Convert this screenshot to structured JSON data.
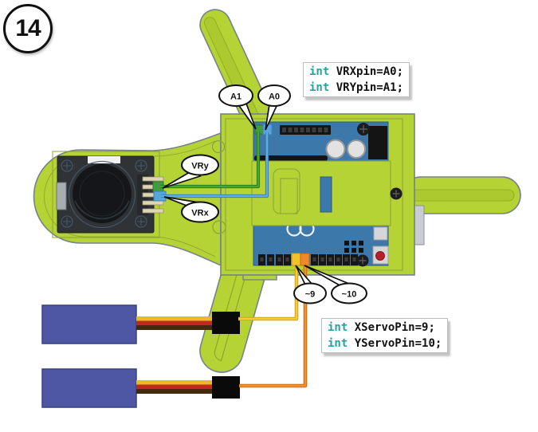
{
  "badge": {
    "number": "14"
  },
  "callouts": {
    "a1": "A1",
    "a0": "A0",
    "vry": "VRy",
    "vrx": "VRx",
    "pin9": "~9",
    "pin10": "~10"
  },
  "code_blocks": {
    "analog": {
      "line1_keyword": "int",
      "line1_code": " VRXpin=A0;",
      "line2_keyword": "int",
      "line2_code": " VRYpin=A1;"
    },
    "servo": {
      "line1_keyword": "int",
      "line1_code": " XServoPin=9;",
      "line2_keyword": "int",
      "line2_code": " YServoPin=10;"
    }
  },
  "colors": {
    "chassis_green": "#b5d334",
    "arduino_blue": "#3d78ab",
    "keyword_teal": "#2aa0a0",
    "wire_green": "#44a832",
    "wire_blue": "#63aede",
    "wire_yellow": "#f6cb3a",
    "wire_orange": "#f6902e",
    "servo_blue": "#4d57a3"
  }
}
